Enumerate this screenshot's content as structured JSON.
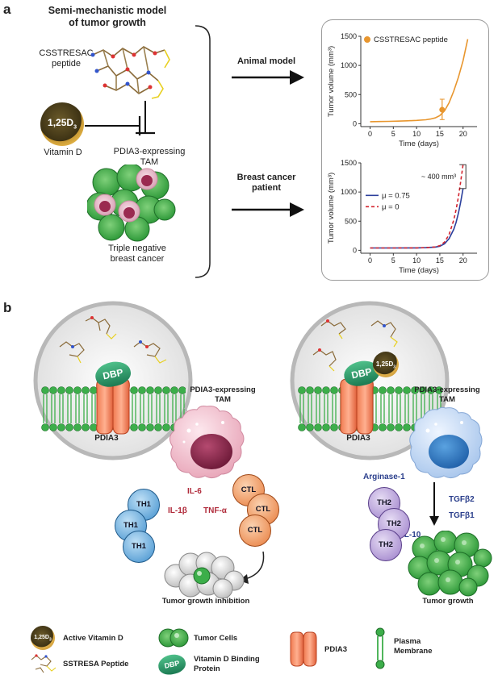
{
  "panel_a": {
    "letter": "a",
    "title_line1": "Semi-mechanistic model",
    "title_line2": "of tumor growth",
    "peptide_label_line1": "CSSTRESAC",
    "peptide_label_line2": "peptide",
    "vitd_badge": "1,25D",
    "vitd_badge_sub": "3",
    "vitd_label": "Vitamin D",
    "tam_label_line1": "PDIA3-expressing",
    "tam_label_line2": "TAM",
    "tnbc_label_line1": "Triple negative",
    "tnbc_label_line2": "breast cancer",
    "arrow_top_label": "Animal model",
    "arrow_bottom_label_line1": "Breast cancer",
    "arrow_bottom_label_line2": "patient",
    "colors": {
      "plot_bg": "#f3ecf5",
      "orange": "#e8962e",
      "blue": "#2b3f9c",
      "red": "#d3232e"
    }
  },
  "chart_data": [
    {
      "type": "line",
      "xlabel": "Time (days)",
      "ylabel": "Tumor volume (mm³)",
      "xlim": [
        -2,
        23
      ],
      "ylim": [
        -50,
        1500
      ],
      "xticks": [
        0,
        5,
        10,
        15,
        20
      ],
      "yticks": [
        0,
        500,
        1000,
        1500
      ],
      "series": [
        {
          "name": "CSSTRESAC peptide",
          "color": "#e8962e",
          "style": "solid",
          "x": [
            0,
            2,
            4,
            6,
            8,
            10,
            12,
            13,
            14,
            15,
            16,
            17,
            18,
            19,
            20,
            21
          ],
          "y": [
            35,
            37,
            40,
            44,
            49,
            56,
            68,
            80,
            100,
            140,
            220,
            360,
            560,
            800,
            1080,
            1450
          ]
        }
      ],
      "points": [
        {
          "series": "CSSTRESAC peptide",
          "x": 15.5,
          "y": 240,
          "err_low": 70,
          "err_high": 420
        }
      ]
    },
    {
      "type": "line",
      "xlabel": "Time (days)",
      "ylabel": "Tumor volume (mm³)",
      "xlim": [
        -2,
        23
      ],
      "ylim": [
        -50,
        1500
      ],
      "xticks": [
        0,
        5,
        10,
        15,
        20
      ],
      "yticks": [
        0,
        500,
        1000,
        1500
      ],
      "annotation": "~ 400 mm³",
      "series": [
        {
          "name": "μ = 0.75",
          "color": "#2b3f9c",
          "style": "solid",
          "x": [
            0,
            5,
            10,
            12,
            14,
            15,
            16,
            17,
            18,
            18.5,
            19,
            19.5,
            20
          ],
          "y": [
            40,
            40,
            42,
            45,
            55,
            70,
            110,
            200,
            360,
            480,
            640,
            830,
            1060
          ]
        },
        {
          "name": "μ = 0",
          "color": "#d3232e",
          "style": "dashed",
          "x": [
            0,
            5,
            10,
            12,
            14,
            15,
            16,
            17,
            18,
            18.5,
            19,
            19.5,
            20
          ],
          "y": [
            40,
            40,
            42,
            46,
            58,
            80,
            140,
            270,
            520,
            700,
            920,
            1180,
            1470
          ]
        }
      ]
    }
  ],
  "panel_b": {
    "letter": "b",
    "dbp_label": "DBP",
    "pdia3_label": "PDIA3",
    "tam_label_line1": "PDIA3-expressing",
    "tam_label_line2": "TAM",
    "left": {
      "cytokine_1": "IL-6",
      "cytokine_2": "IL-1β",
      "cytokine_3": "TNF-α",
      "th_cells": [
        "TH1",
        "TH1",
        "TH1"
      ],
      "ctl_cells": [
        "CTL",
        "CTL",
        "CTL"
      ],
      "outcome": "Tumor growth inhibition"
    },
    "right": {
      "vitd_badge": "1,25D",
      "vitd_badge_sub": "3",
      "arginase": "Arginase-1",
      "tgf_1": "TGFβ2",
      "tgf_2": "TGFβ1",
      "il10": "IL-10",
      "th_cells": [
        "TH2",
        "TH2",
        "TH2"
      ],
      "outcome": "Tumor growth"
    }
  },
  "legend": {
    "vitd_badge": "1,25D",
    "vitd_badge_sub": "3",
    "active_vitd": "Active Vitamin D",
    "peptide": "SSTRESA Peptide",
    "tumor_cells": "Tumor Cells",
    "dbp_badge": "DBP",
    "dbp_line1": "Vitamin D Binding",
    "dbp_line2": "Protein",
    "pdia3": "PDIA3",
    "membrane_line1": "Plasma",
    "membrane_line2": "Membrane"
  }
}
